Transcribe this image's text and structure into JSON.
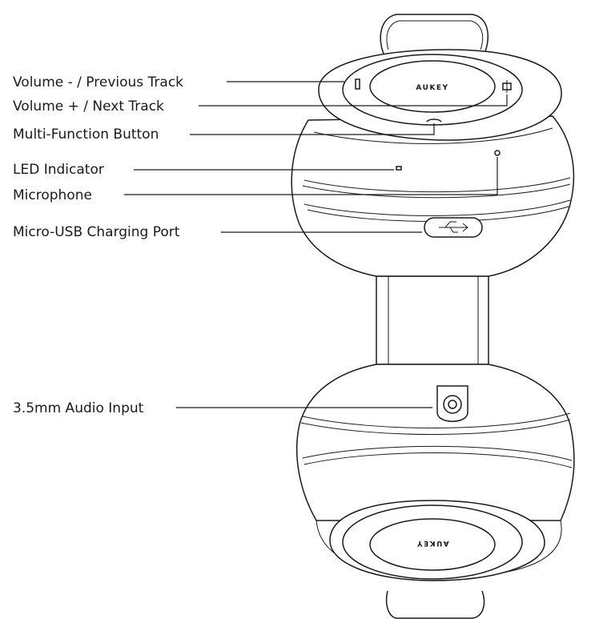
{
  "labels": {
    "volume_down": "Volume - / Previous Track",
    "volume_up": "Volume + / Next Track",
    "multi_function": "Multi-Function Button",
    "led": "LED Indicator",
    "microphone": "Microphone",
    "usb_port": "Micro-USB Charging Port",
    "audio_input": "3.5mm Audio Input"
  },
  "brand": {
    "top_logo": "AUKEY",
    "bottom_logo": "AUKEY"
  }
}
